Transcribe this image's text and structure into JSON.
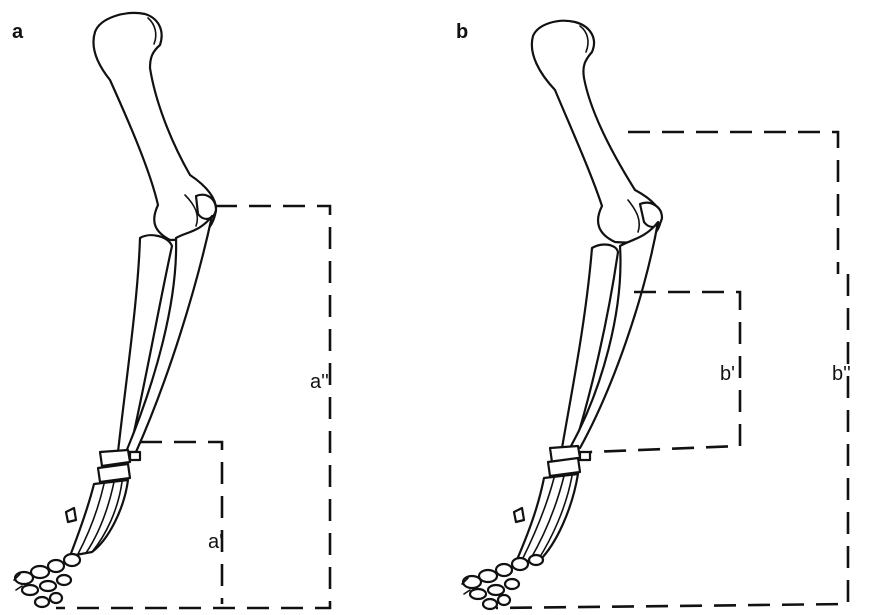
{
  "panels": [
    {
      "id": "a",
      "label": "a",
      "short_measure": "a'",
      "long_measure": "a''"
    },
    {
      "id": "b",
      "label": "b",
      "short_measure": "b'",
      "long_measure": "b''"
    }
  ],
  "colors": {
    "line": "#111111",
    "background": "#ffffff"
  }
}
